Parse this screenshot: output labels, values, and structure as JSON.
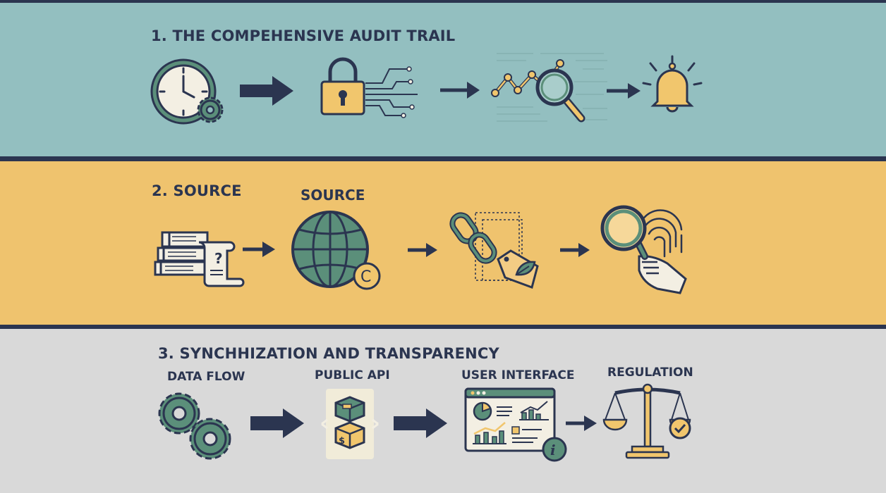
{
  "sections": [
    {
      "title": "1. THE COMPEHENSIVE AUDIT TRAIL",
      "steps": [
        {
          "icon": "clock-gear-icon"
        },
        {
          "icon": "padlock-data-icon"
        },
        {
          "icon": "chart-magnifier-icon"
        },
        {
          "icon": "alert-bell-icon"
        }
      ]
    },
    {
      "title": "2. SOURCE",
      "steps": [
        {
          "icon": "books-scroll-icon"
        },
        {
          "label": "SOURCE",
          "icon": "globe-copyright-icon"
        },
        {
          "icon": "chain-tag-leaf-icon"
        },
        {
          "icon": "fingerprint-magnifier-icon"
        }
      ]
    },
    {
      "title": "3. SYNCHHIZATION AND TRANSPARENCY",
      "steps": [
        {
          "label": "DATA FLOW",
          "icon": "gears-icon"
        },
        {
          "label": "PUBLIC API",
          "icon": "api-boxes-icon"
        },
        {
          "label": "USER INTERFACE",
          "icon": "dashboard-info-icon"
        },
        {
          "label": "REGULATION",
          "icon": "balance-scale-icon"
        }
      ]
    }
  ],
  "colors": {
    "navy": "#2b3550",
    "teal_band": "#93bfc0",
    "yellow_band": "#efc36e",
    "gray_band": "#d9d9d9",
    "green": "#5b8f7a",
    "yellow": "#f1c66d"
  }
}
